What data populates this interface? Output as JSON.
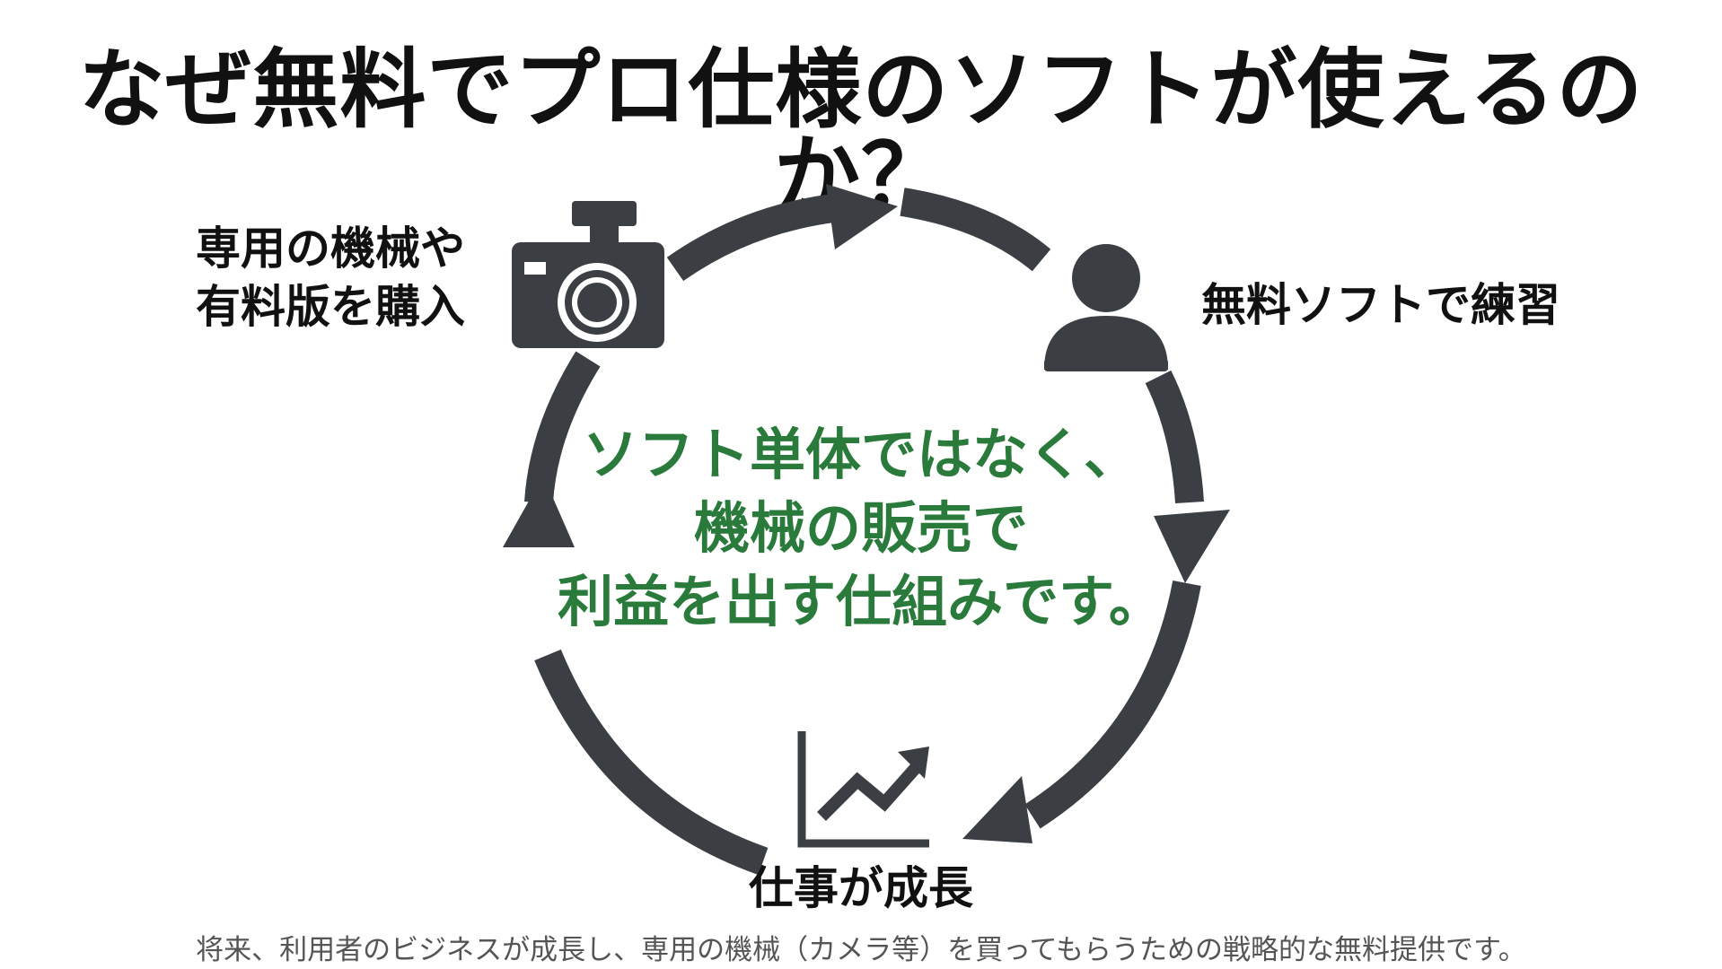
{
  "title": "なぜ無料でプロ仕様のソフトが使えるのか？",
  "nodes": {
    "buy": {
      "line1": "専用の機械や",
      "line2": "有料版を購入",
      "icon": "camera-icon"
    },
    "practice": {
      "label": "無料ソフトで練習",
      "icon": "person-icon"
    },
    "grow": {
      "label": "仕事が成長",
      "icon": "growth-chart-icon"
    }
  },
  "center": {
    "line1": "ソフト単体ではなく、",
    "line2": "機械の販売で",
    "line3": "利益を出す仕組みです。"
  },
  "footer": "将来、利用者のビジネスが成長し、専用の機械（カメラ等）を買ってもらうための戦略的な無料提供です。",
  "colors": {
    "cycle": "#3b3f44",
    "accent_green": "#2a7a3c",
    "title": "#111111",
    "footer": "#555555"
  }
}
